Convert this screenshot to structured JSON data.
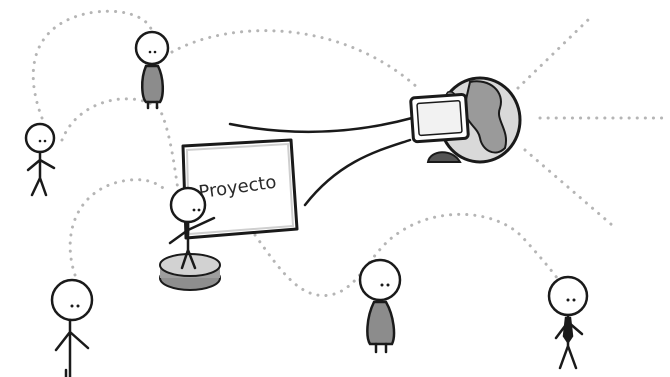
{
  "board": {
    "label": "Proyecto"
  },
  "colors": {
    "ink": "#1a1a1a",
    "dots": "#b5b5b5",
    "globe_fill": "#d9d9d9",
    "globe_land": "#9a9a9a",
    "body_fill": "#8c8c8c",
    "podium_fill": "#9e9e9e",
    "podium_top": "#d2d2d2"
  },
  "figures": [
    {
      "name": "person-top-center",
      "variant": "dress"
    },
    {
      "name": "person-left-middle",
      "variant": "stick"
    },
    {
      "name": "person-bottom-left",
      "variant": "stick"
    },
    {
      "name": "presenter",
      "variant": "stick"
    },
    {
      "name": "person-bottom-center",
      "variant": "dress"
    },
    {
      "name": "person-bottom-right",
      "variant": "suit"
    }
  ]
}
